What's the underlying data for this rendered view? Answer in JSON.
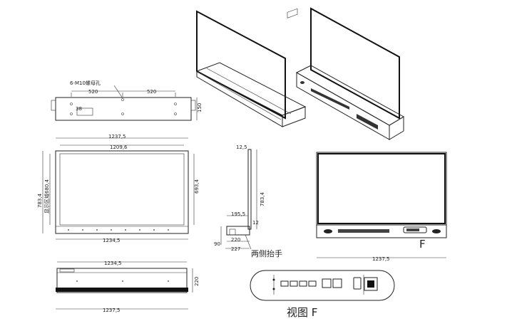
{
  "labels": {
    "holes": "6-M10螺母孔",
    "d520_a": "520",
    "d520_b": "520",
    "d150": "150",
    "d38": "38",
    "d1237_top": "1237,5",
    "d1209": "1209,6",
    "d783_left": "783,4",
    "d680": "显示区域680,4",
    "d693": "693,4",
    "d1234_front": "1234,5",
    "d12_5": "12,5",
    "d783_side": "783,4",
    "d195": "195,5",
    "d12": "12",
    "d90": "90",
    "d220_side": "220",
    "d227": "227",
    "handles": "两侧抬手",
    "d1237_rear": "1237,5",
    "view_letter": "F",
    "d1234_bottom": "1234,5",
    "d220_bottom": "220",
    "d1237_bottom": "1237,5",
    "view_title": "视图 F"
  }
}
